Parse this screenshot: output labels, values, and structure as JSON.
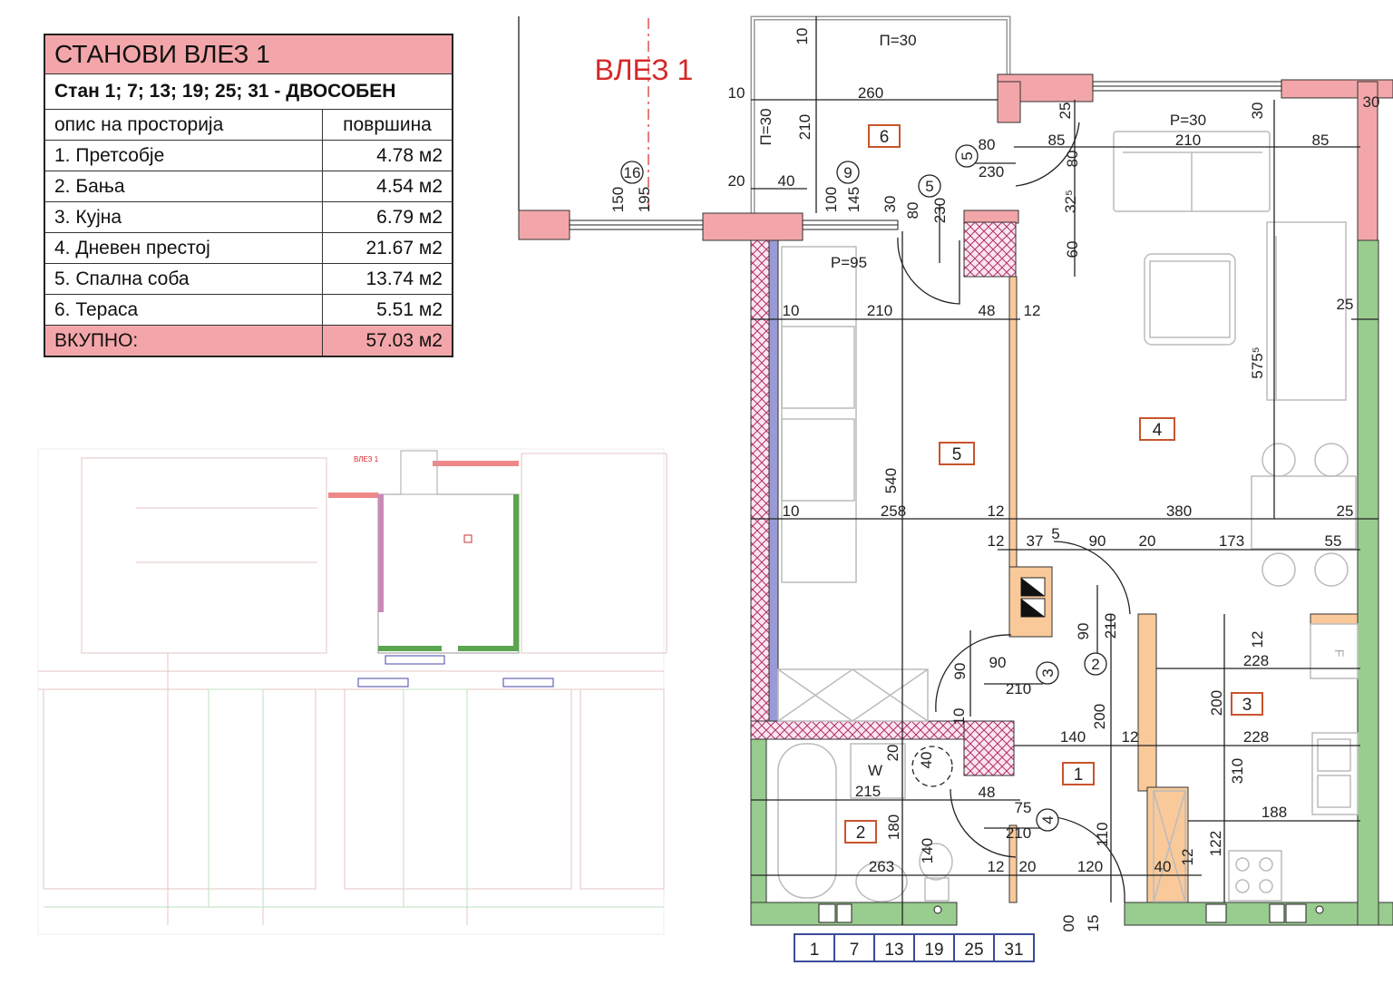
{
  "table": {
    "title": "СТАНОВИ ВЛЕЗ 1",
    "subtitle": "Стан 1; 7; 13; 19; 25; 31 - ДВОСОБЕН",
    "col_room": "опис на просторија",
    "col_area": "површина",
    "rows": [
      {
        "room": "1. Претсобје",
        "area": "4.78 м2"
      },
      {
        "room": "2. Бања",
        "area": "4.54 м2"
      },
      {
        "room": "3. Кујна",
        "area": "6.79 м2"
      },
      {
        "room": "4. Дневен престој",
        "area": "21.67 м2"
      },
      {
        "room": "5. Спална соба",
        "area": "13.74 м2"
      },
      {
        "room": "6. Тераса",
        "area": "5.51 м2"
      }
    ],
    "total_label": "ВКУПНО:",
    "total_area": "57.03 м2"
  },
  "plan": {
    "entrance_label": "ВЛЕЗ 1",
    "entrance_label_mini": "ВЛЕЗ 1",
    "room_tags": [
      "6",
      "4",
      "5",
      "1",
      "3",
      "2"
    ],
    "markers": [
      "16",
      "9",
      "5",
      "5",
      "2",
      "3",
      "4"
    ],
    "fridge_mark": "F",
    "dims": [
      "10",
      "П=30",
      "10",
      "260",
      "П=30",
      "210",
      "20",
      "40",
      "150",
      "195",
      "100",
      "145",
      "30",
      "80",
      "230",
      "80",
      "230",
      "25",
      "Р=30",
      "30",
      "30",
      "210",
      "85",
      "85",
      "80",
      "32⁵",
      "60",
      "Р=95",
      "10",
      "210",
      "48",
      "12",
      "25",
      "575⁵",
      "540",
      "10",
      "258",
      "12",
      "380",
      "25",
      "12",
      "37",
      "5",
      "90",
      "20",
      "173",
      "55",
      "90",
      "210",
      "90",
      "210",
      "90",
      "12",
      "228",
      "200",
      "200",
      "140",
      "12",
      "228",
      "10",
      "20",
      "40",
      "W",
      "215",
      "48",
      "75",
      "310",
      "188",
      "180",
      "210",
      "140",
      "110",
      "122",
      "263",
      "12",
      "20",
      "120",
      "40",
      "12",
      "00",
      "15"
    ],
    "apartment_numbers": [
      "1",
      "7",
      "13",
      "19",
      "25",
      "31"
    ]
  },
  "colors": {
    "wall_exterior": "#f3a6a9",
    "wall_insulated": "#99cc8f",
    "wall_partition": "#f9c99a",
    "hatch": "#b0306a",
    "accent_red": "#d62828"
  }
}
